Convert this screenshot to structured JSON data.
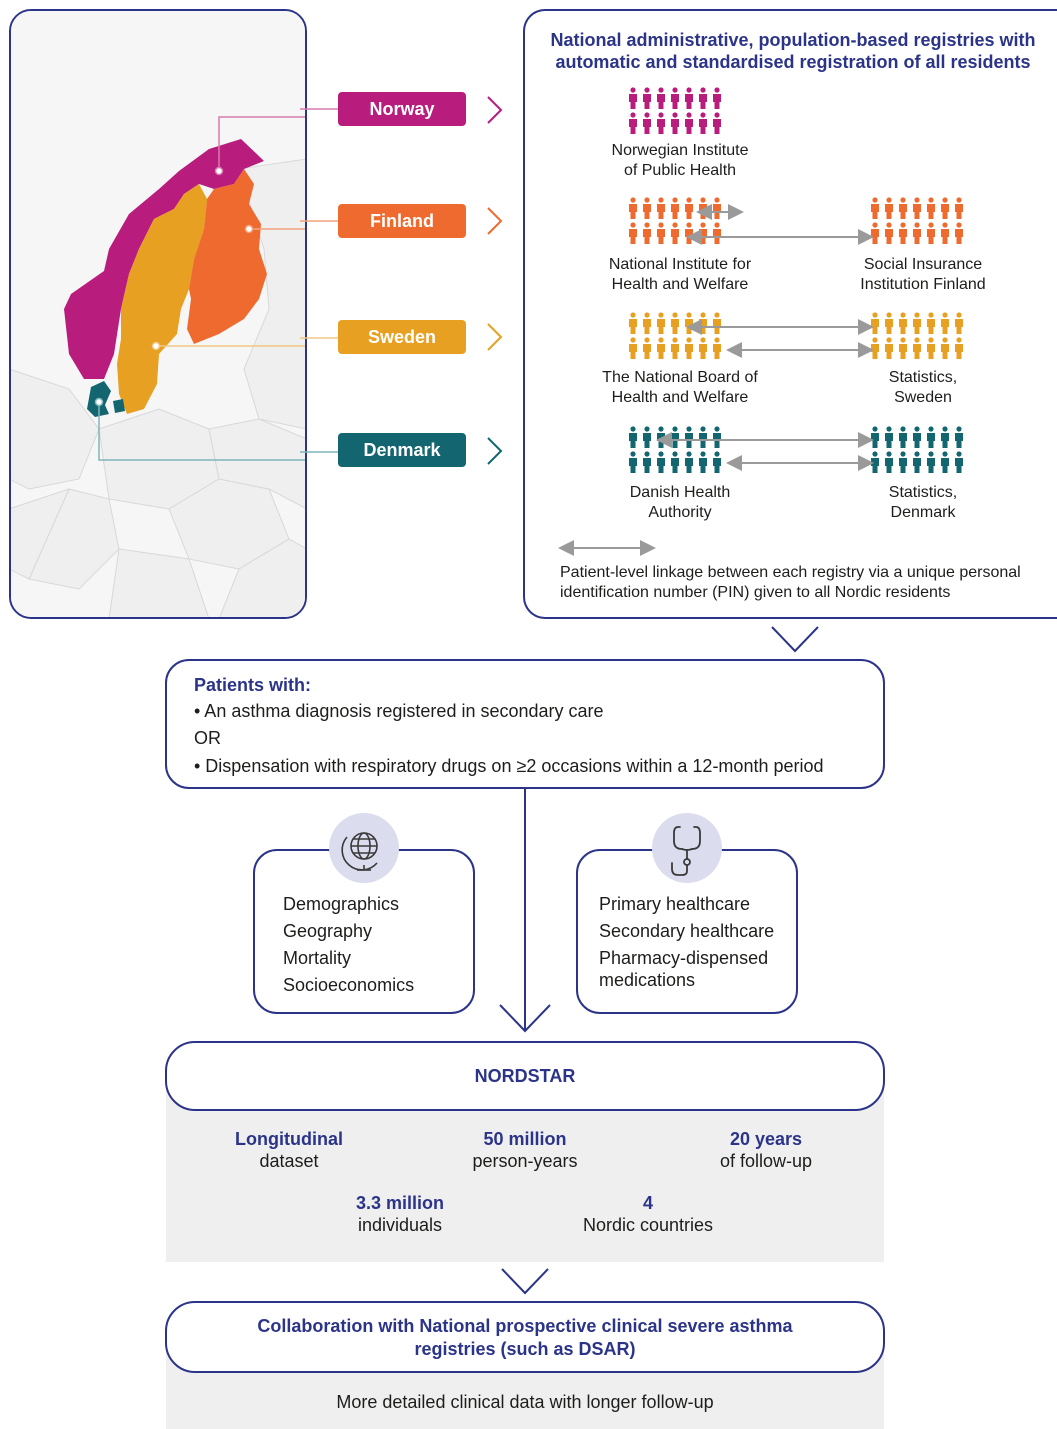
{
  "colors": {
    "navy": "#2b3489",
    "norway": "#b81c7c",
    "finland": "#ee6a2f",
    "sweden": "#e8a022",
    "denmark": "#13666f",
    "gray_panel": "#efefef",
    "arrow_gray": "#9a9a9a"
  },
  "countries": {
    "norway": "Norway",
    "finland": "Finland",
    "sweden": "Sweden",
    "denmark": "Denmark"
  },
  "registries": {
    "title": "National administrative, population-based registries with automatic and standardised registration of all residents",
    "norway_left": "Norwegian Institute\nof Public Health",
    "finland_left": "National Institute for\nHealth and Welfare",
    "finland_right": "Social Insurance\nInstitution Finland",
    "sweden_left": "The National Board of\nHealth and Welfare",
    "sweden_right": "Statistics,\nSweden",
    "denmark_left": "Danish Health\nAuthority",
    "denmark_right": "Statistics,\nDenmark",
    "linkage_note": "Patient-level linkage between each registry via a unique personal identification number (PIN) given to all Nordic residents"
  },
  "patients": {
    "heading": "Patients with:",
    "line1": "• An asthma diagnosis registered in secondary care",
    "or": "OR",
    "line2": "• Dispensation with respiratory drugs on ≥2 occasions within a 12-month period"
  },
  "left_data_box": {
    "icon": "globe-icon",
    "items": [
      "Demographics",
      "Geography",
      "Mortality",
      "Socioeconomics"
    ]
  },
  "right_data_box": {
    "icon": "stethoscope-icon",
    "items": [
      "Primary healthcare",
      "Secondary healthcare",
      "Pharmacy-dispensed\nmedications"
    ]
  },
  "nordstar": {
    "title": "NORDSTAR",
    "stats": [
      {
        "value": "Longitudinal",
        "label": "dataset"
      },
      {
        "value": "50 million",
        "label": "person-years"
      },
      {
        "value": "20 years",
        "label": "of follow-up"
      },
      {
        "value": "3.3 million",
        "label": "individuals"
      },
      {
        "value": "4",
        "label": "Nordic countries"
      }
    ]
  },
  "collaboration": {
    "title": "Collaboration with National prospective clinical severe asthma\nregistries (such as DSAR)",
    "note": "More detailed clinical data with longer follow-up"
  }
}
